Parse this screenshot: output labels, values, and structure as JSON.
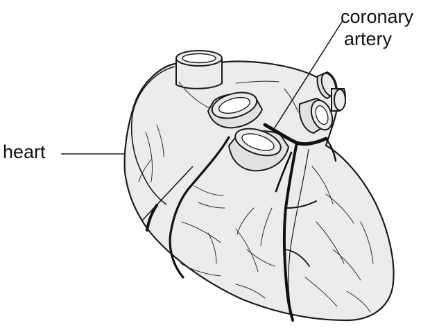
{
  "labels": {
    "heart": "heart",
    "coronary_line1": "coronary",
    "coronary_line2": "artery"
  },
  "colors": {
    "outline": "#1a1a1a",
    "fill": "#ececec",
    "vessel": "#111111",
    "background": "#ffffff"
  }
}
